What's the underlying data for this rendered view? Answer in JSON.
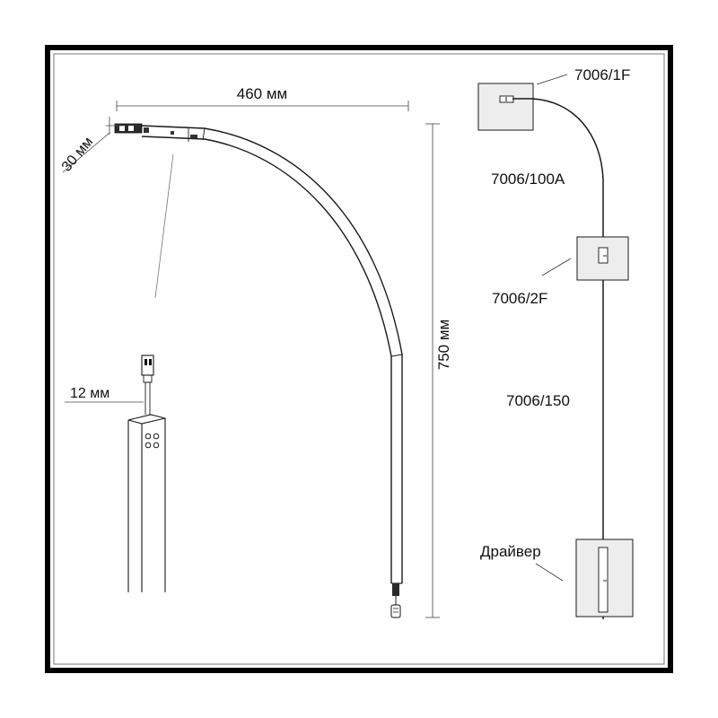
{
  "dimensions": {
    "width_label": "460 мм",
    "depth_label": "30 мм",
    "height_label": "750 мм",
    "wire_label": "12 мм"
  },
  "components": {
    "ceiling_mount": "7006/1F",
    "arc_profile": "7006/100A",
    "wall_mount": "7006/2F",
    "straight_profile": "7006/150",
    "driver": "Драйвер"
  },
  "colors": {
    "frame": "#000000",
    "line": "#1a1a1a",
    "box_fill": "#ededed"
  }
}
